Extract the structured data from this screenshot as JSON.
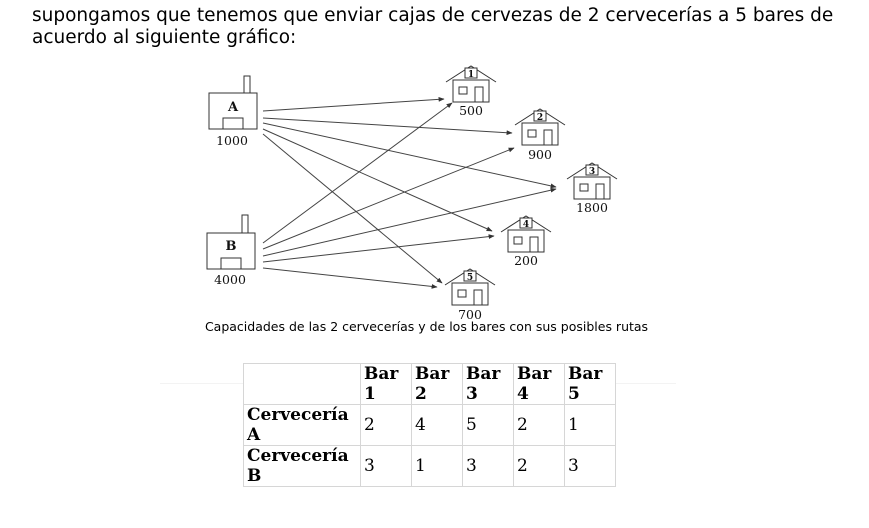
{
  "intro": "supongamos que tenemos que enviar cajas de cervezas de 2 cervecerías a 5 bares de acuerdo al siguiente gráfico:",
  "diagram": {
    "breweries": [
      {
        "label": "A",
        "capacity": "1000"
      },
      {
        "label": "B",
        "capacity": "4000"
      }
    ],
    "bars": [
      {
        "number": "1",
        "capacity": "500"
      },
      {
        "number": "2",
        "capacity": "900"
      },
      {
        "number": "3",
        "capacity": "1800"
      },
      {
        "number": "4",
        "capacity": "200"
      },
      {
        "number": "5",
        "capacity": "700"
      }
    ]
  },
  "caption": "Capacidades de las 2 cervecerías y de los bares con sus posibles rutas",
  "table": {
    "headers": [
      "Bar 1",
      "Bar 2",
      "Bar 3",
      "Bar 4",
      "Bar 5"
    ],
    "rows": [
      {
        "label": "Cervecería A",
        "values": [
          "2",
          "4",
          "5",
          "2",
          "1"
        ]
      },
      {
        "label": "Cervecería B",
        "values": [
          "3",
          "1",
          "3",
          "2",
          "3"
        ]
      }
    ]
  }
}
